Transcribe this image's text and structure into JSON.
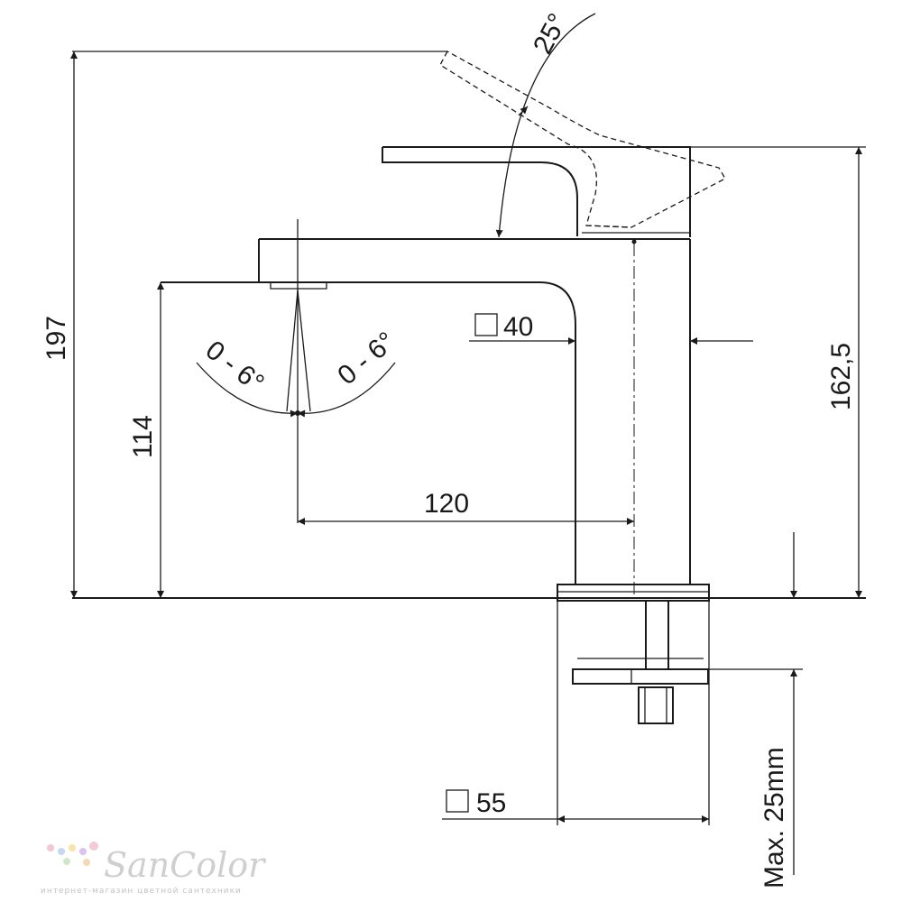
{
  "drawing": {
    "dimensions": {
      "total_height": "197",
      "spout_height": "114",
      "body_height": "162,5",
      "spout_reach": "120",
      "body_square": "40",
      "base_square": "55",
      "lever_angle": "25°",
      "swivel_left": "0 - 6°",
      "swivel_right": "0 - 6°",
      "max_thickness": "Max. 25mm"
    }
  },
  "watermark": {
    "brand": "SanColor",
    "tagline": "интернет-магазин цветной сантехники"
  }
}
